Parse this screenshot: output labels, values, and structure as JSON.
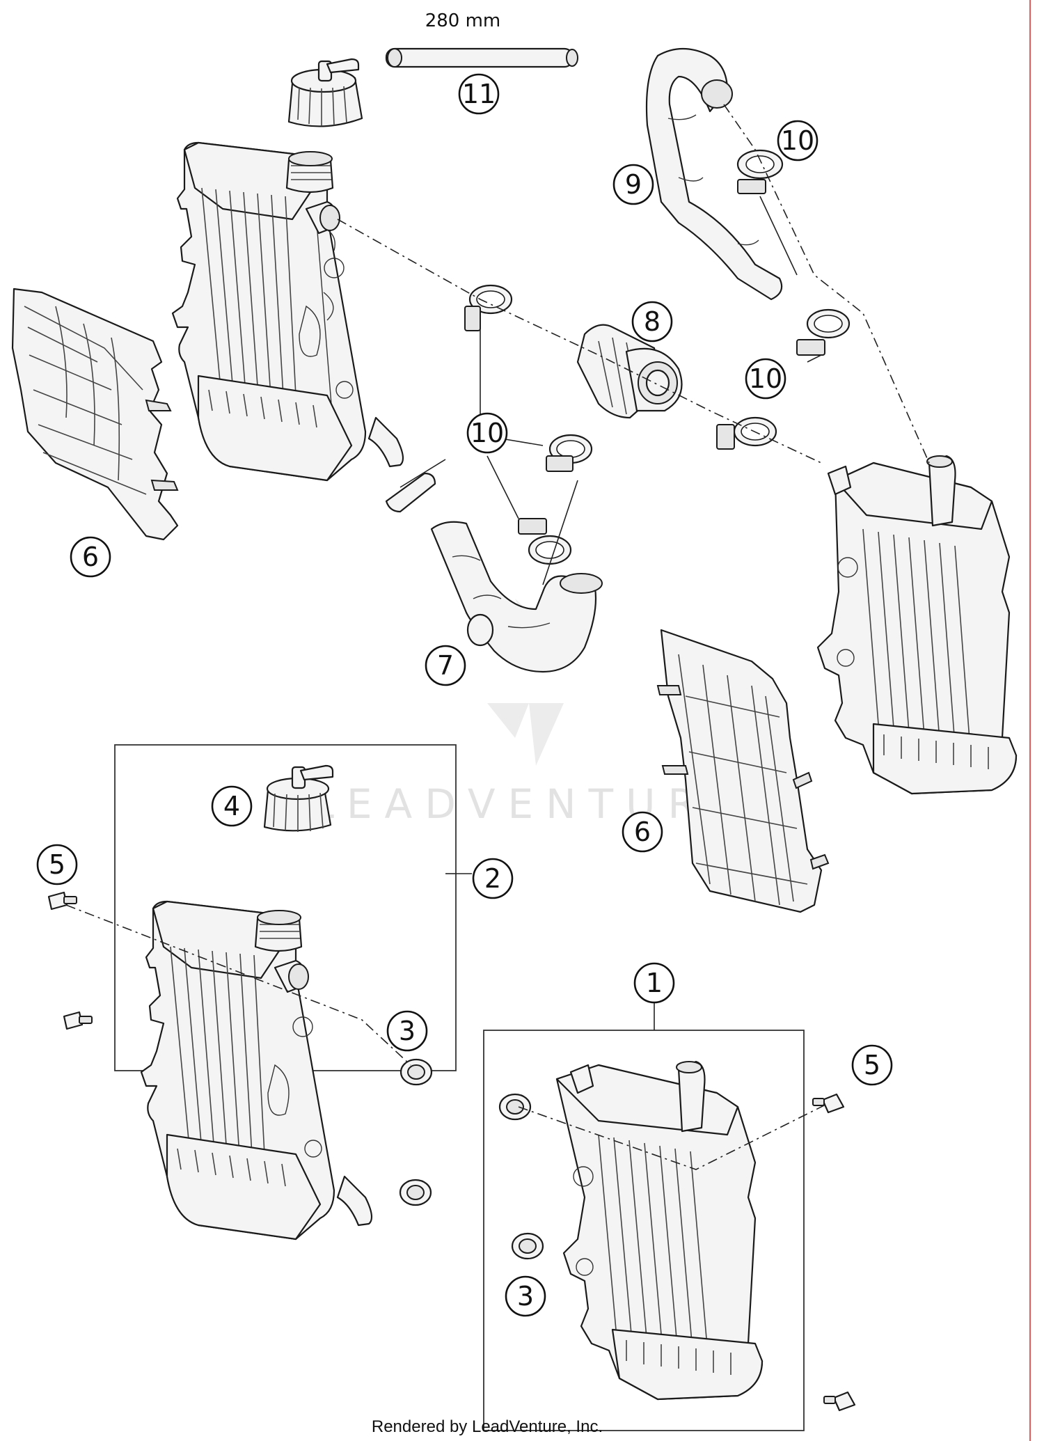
{
  "dimension_label": "280 mm",
  "callouts": [
    {
      "id": "c1",
      "text": "1"
    },
    {
      "id": "c2",
      "text": "2"
    },
    {
      "id": "c3a",
      "text": "3"
    },
    {
      "id": "c3b",
      "text": "3"
    },
    {
      "id": "c4",
      "text": "4"
    },
    {
      "id": "c5a",
      "text": "5"
    },
    {
      "id": "c5b",
      "text": "5"
    },
    {
      "id": "c6a",
      "text": "6"
    },
    {
      "id": "c6b",
      "text": "6"
    },
    {
      "id": "c7",
      "text": "7"
    },
    {
      "id": "c8",
      "text": "8"
    },
    {
      "id": "c9",
      "text": "9"
    },
    {
      "id": "c10a",
      "text": "10"
    },
    {
      "id": "c10b",
      "text": "10"
    },
    {
      "id": "c10c",
      "text": "10"
    },
    {
      "id": "c11",
      "text": "11"
    }
  ],
  "watermark": "LEADVENTURE",
  "footer": "Rendered by LeadVenture, Inc.",
  "colors": {
    "line": "#1a1a1a",
    "edge_marker": "#e15b5b"
  }
}
